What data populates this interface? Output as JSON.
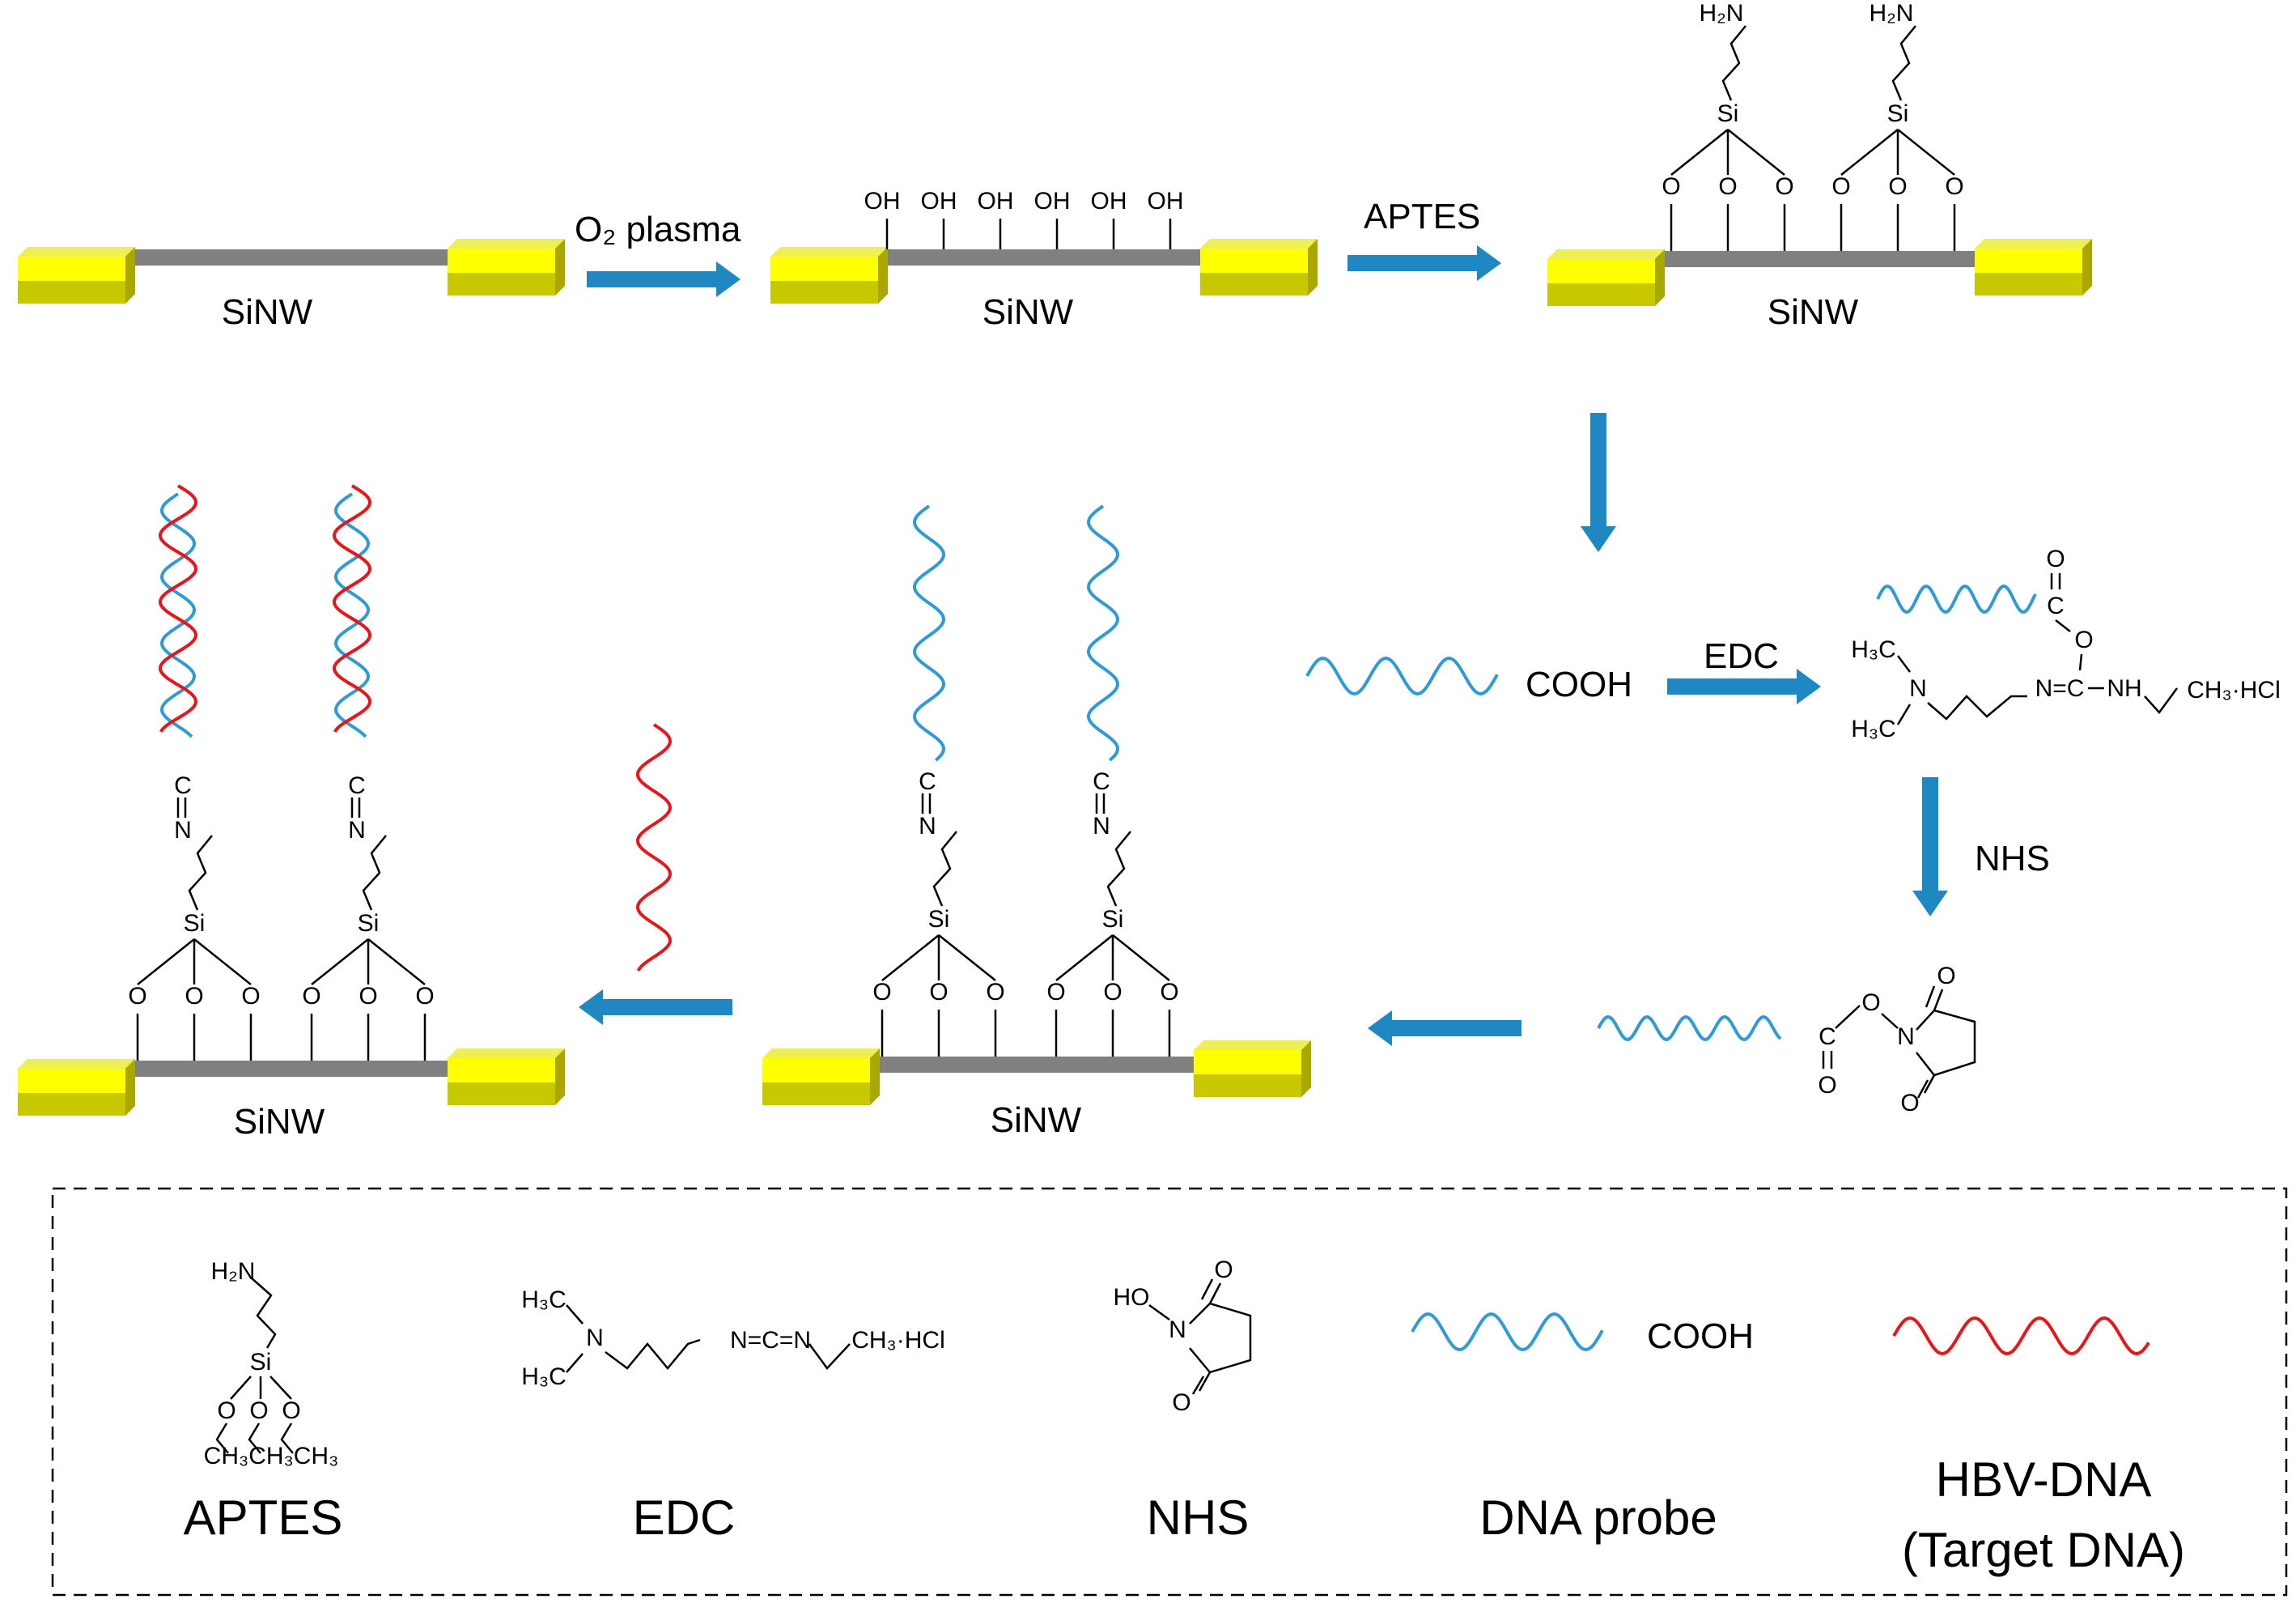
{
  "labels": {
    "sinw": "SiNW",
    "o2_plasma": "O₂ plasma",
    "aptes_step": "APTES",
    "cooh": "COOH",
    "edc_step": "EDC",
    "nhs_step": "NHS",
    "oh": "OH",
    "o": "O",
    "si": "Si",
    "n": "N",
    "c": "C",
    "nh2": "H₂N",
    "h3c": "H₃C",
    "ch3hcl": "CH₃·HCl",
    "n_eq_c": "N=C",
    "nh": "NH",
    "ho": "HO",
    "n_c_n": "N=C=N",
    "ch3x3": "CH₃CH₃CH₃"
  },
  "legend": {
    "aptes": "APTES",
    "edc": "EDC",
    "nhs": "NHS",
    "dna_probe": "DNA probe",
    "hbv_line1": "HBV-DNA",
    "hbv_line2": "(Target DNA)",
    "cooh": "COOH"
  },
  "colors": {
    "electrode_front": "#FFFF00",
    "electrode_side": "#C8C800",
    "nanowire": "#808080",
    "arrow": "#1F87C1",
    "probe_dna": "#2E9AD6",
    "target_dna": "#E8151B"
  }
}
